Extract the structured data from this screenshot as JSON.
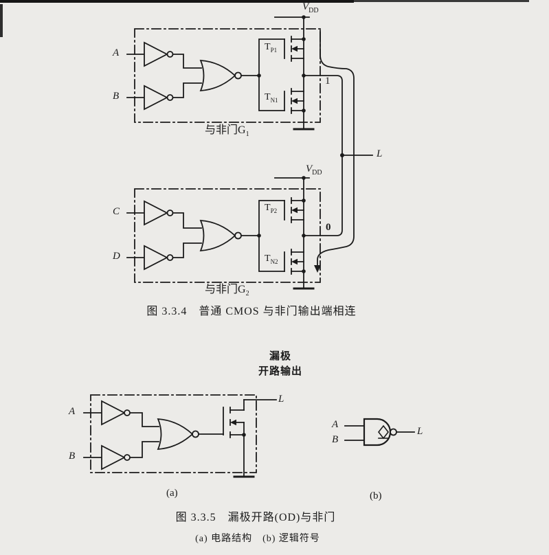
{
  "fig334": {
    "caption": "图 3.3.4　普通 CMOS 与非门输出端相连",
    "bus_label": "L",
    "gate1": {
      "inputs": [
        "A",
        "B"
      ],
      "name_base": "与非门G",
      "name_sub": "1",
      "vdd_base": "V",
      "vdd_sub": "DD",
      "tp_base": "T",
      "tp_sub": "P1",
      "tn_base": "T",
      "tn_sub": "N1",
      "output_state": "1"
    },
    "gate2": {
      "inputs": [
        "C",
        "D"
      ],
      "name_base": "与非门G",
      "name_sub": "2",
      "vdd_base": "V",
      "vdd_sub": "DD",
      "tp_base": "T",
      "tp_sub": "P2",
      "tn_base": "T",
      "tn_sub": "N2",
      "output_state": "0"
    }
  },
  "fig335": {
    "od_label_line1": "漏极",
    "od_label_line2": "开路输出",
    "circuit": {
      "inputs": [
        "A",
        "B"
      ],
      "output_label": "L",
      "sub_label": "(a)"
    },
    "symbol": {
      "inputs": [
        "A",
        "B"
      ],
      "output_label": "L",
      "sub_label": "(b)"
    },
    "caption": "图 3.3.5　漏极开路(OD)与非门",
    "subcaption": "(a) 电路结构　(b) 逻辑符号"
  }
}
